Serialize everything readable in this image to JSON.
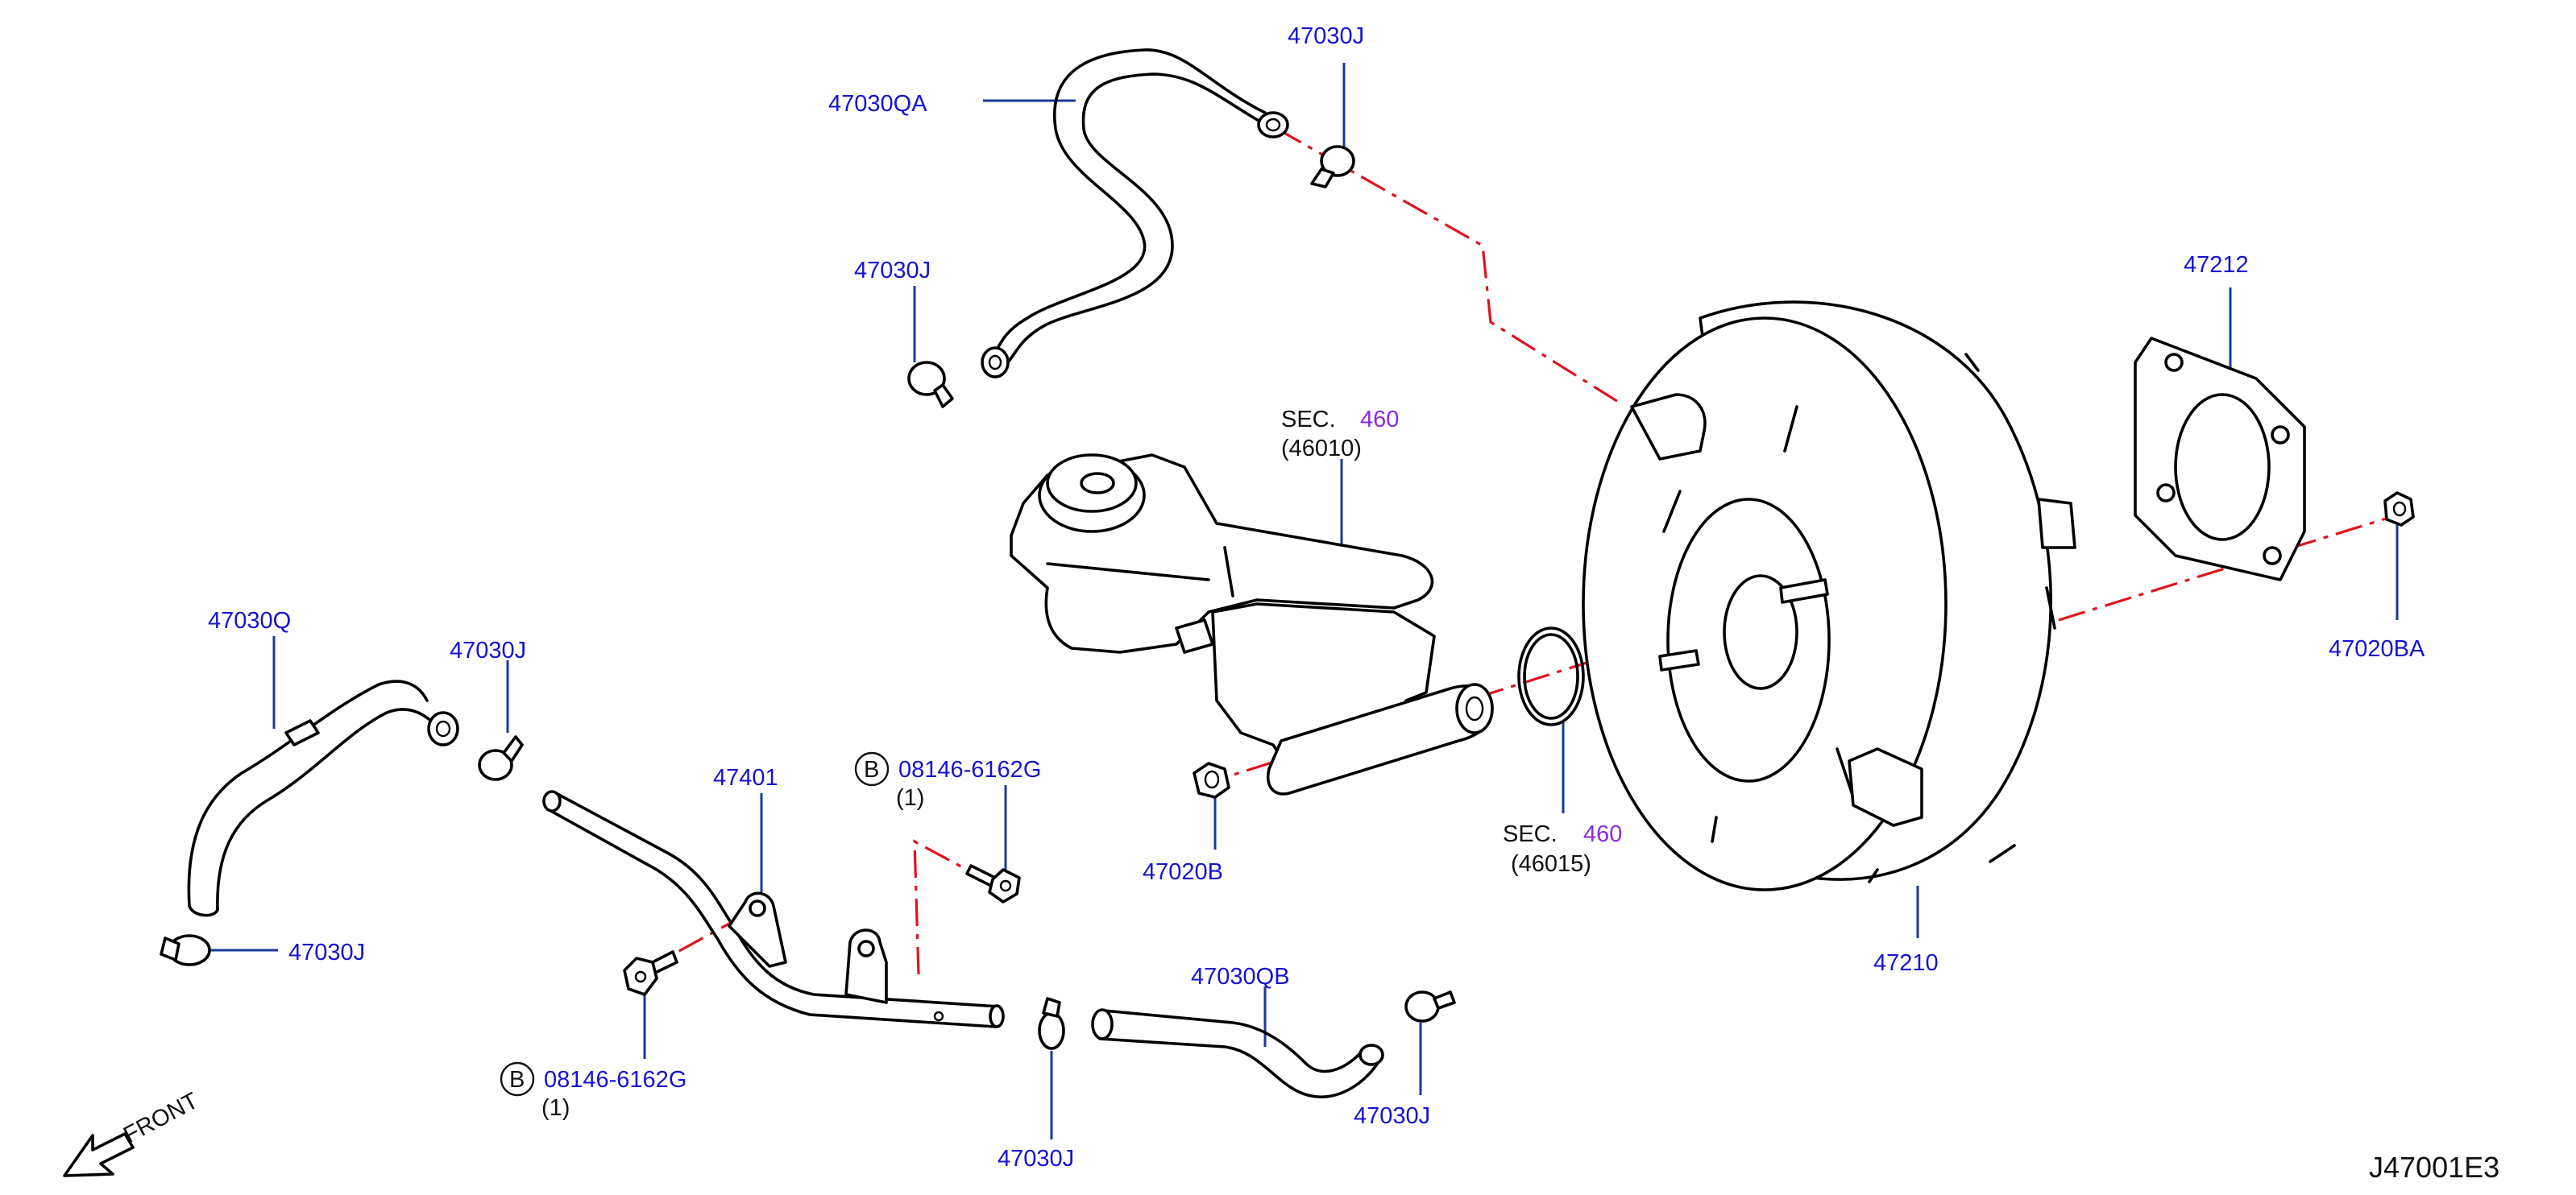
{
  "labels": {
    "hose_upper": "47030QA",
    "clamp_top_right": "47030J",
    "clamp_top_left": "47030J",
    "hose_left": "47030Q",
    "clamp_left_upper": "47030J",
    "clamp_left_lower": "47030J",
    "tube": "47401",
    "bolt_upper_circle": "B",
    "bolt_upper": "08146-6162G",
    "bolt_upper_qty": "(1)",
    "bolt_lower_circle": "B",
    "bolt_lower": "08146-6162G",
    "bolt_lower_qty": "(1)",
    "hose_lower": "47030QB",
    "clamp_bottom_mid": "47030J",
    "clamp_bottom_right": "47030J",
    "nut_master": "47020B",
    "nut_booster": "47020BA",
    "gasket": "47212",
    "booster": "47210",
    "sec_master_prefix": "SEC.",
    "sec_master_num": "460",
    "sec_master_ref": "(46010)",
    "sec_oring_prefix": "SEC.",
    "sec_oring_num": "460",
    "sec_oring_ref": "(46015)",
    "front": "FRONT",
    "diagram_code": "J47001E3"
  }
}
